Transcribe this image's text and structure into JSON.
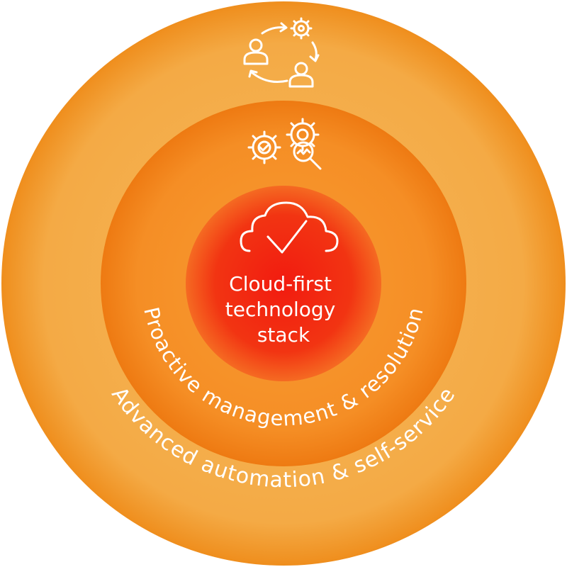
{
  "diagram": {
    "rings": [
      {
        "id": "outer",
        "label": "Advanced automation & self-service",
        "color": "#F2A33A"
      },
      {
        "id": "middle",
        "label": "Proactive management & resolution",
        "color": "#F4861F"
      },
      {
        "id": "core",
        "lines": [
          "Cloud-first",
          "technology",
          "stack"
        ],
        "color": "#F02A10"
      }
    ],
    "icons": {
      "outer": "people-cycle-icon",
      "middle": "gears-analysis-icon",
      "core": "cloud-check-icon"
    }
  }
}
